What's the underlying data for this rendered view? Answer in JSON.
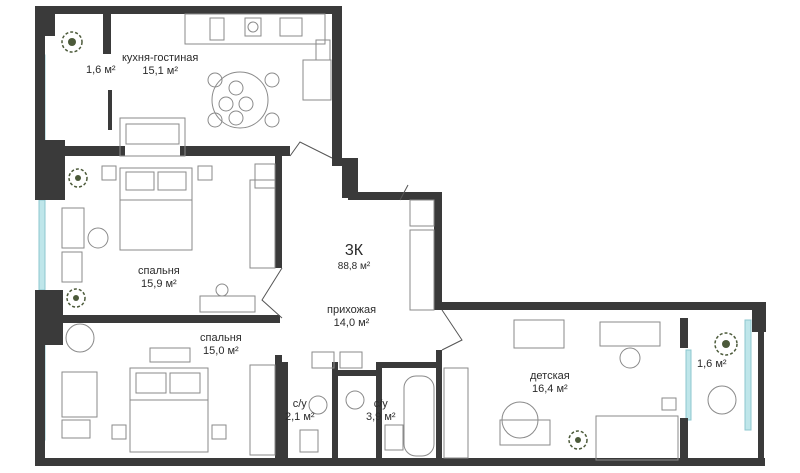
{
  "colors": {
    "wall": "#3a3a3a",
    "furniture": "#8a8a8a",
    "window": "#bfe6ea",
    "plant": "#4c5a3a"
  },
  "apartment": {
    "type": "3К",
    "total_area": "88,8 м²"
  },
  "rooms": {
    "kitchen_living": {
      "name": "кухня-гостиная",
      "area": "15,1 м²"
    },
    "balcony_top": {
      "area": "1,6 м²"
    },
    "bedroom_1": {
      "name": "спальня",
      "area": "15,9 м²"
    },
    "bedroom_2": {
      "name": "спальня",
      "area": "15,0 м²"
    },
    "hallway": {
      "name": "прихожая",
      "area": "14,0 м²"
    },
    "bathroom_1": {
      "name": "с/у",
      "area": "2,1 м²"
    },
    "bathroom_2": {
      "name": "с/у",
      "area": "3,9 м²"
    },
    "kids_room": {
      "name": "детская",
      "area": "16,4 м²"
    },
    "balcony_right": {
      "area": "1,6 м²"
    }
  }
}
